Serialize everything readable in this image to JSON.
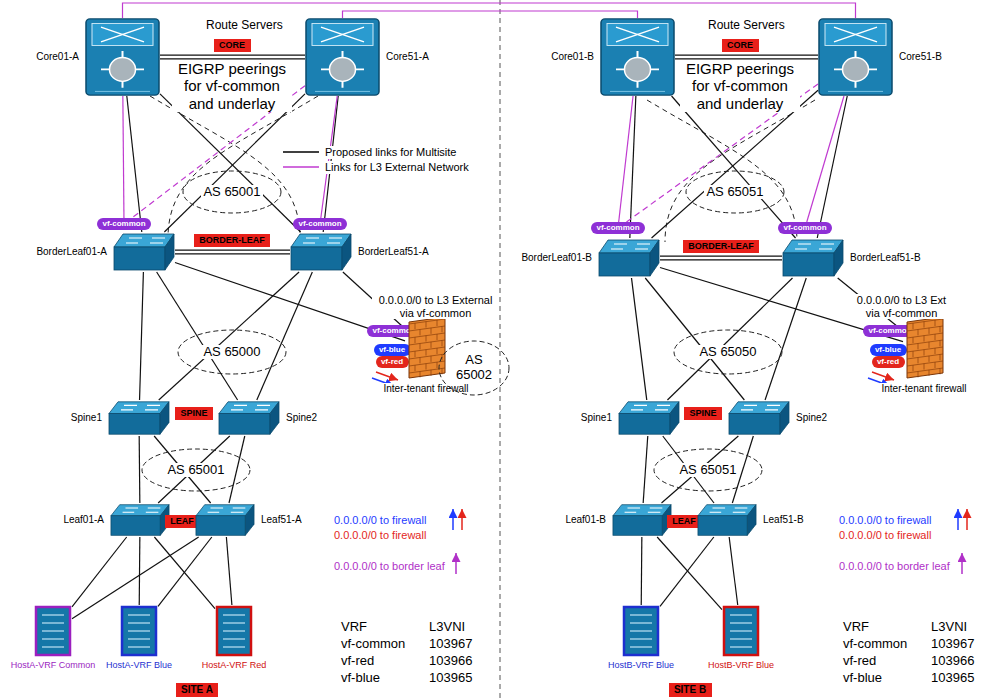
{
  "diagram": {
    "nodes": [
      {
        "text": [
          "Core01-A"
        ]
      },
      {
        "text": [
          "Core51-A"
        ]
      },
      {
        "text": [
          "CORE"
        ]
      },
      {
        "text": [
          "AS 65001"
        ]
      },
      {
        "text": [
          "vf-common"
        ]
      },
      {
        "text": [
          "vf-common"
        ]
      },
      {
        "text": [
          "BorderLeaf01-A"
        ]
      },
      {
        "text": [
          "BorderLeaf51-A"
        ]
      },
      {
        "text": [
          "BORDER-LEAF"
        ]
      },
      {
        "text": [
          "vf-common"
        ]
      },
      {
        "text": [
          "vf-blue"
        ]
      },
      {
        "text": [
          "vf-red"
        ]
      },
      {
        "text": [
          "Inter-tenant firewall"
        ]
      },
      {
        "text": [
          "AS 65002"
        ]
      },
      {
        "text": [
          "AS 65000"
        ]
      },
      {
        "text": [
          "Spine1"
        ]
      },
      {
        "text": [
          "SPINE"
        ]
      },
      {
        "text": [
          "Spine2"
        ]
      },
      {
        "text": [
          "AS 65001"
        ]
      },
      {
        "text": [
          "Leaf01-A"
        ]
      },
      {
        "text": [
          "LEAF"
        ]
      },
      {
        "text": [
          "Leaf51-A"
        ]
      },
      {
        "text": [
          "HostA-VRF Common"
        ]
      },
      {
        "text": [
          "HostA-VRF Blue"
        ]
      },
      {
        "text": [
          "HostA-VRF Red"
        ]
      },
      {
        "text": [
          "SITE A"
        ]
      },
      {
        "text": [
          "Core01-B"
        ]
      },
      {
        "text": [
          "Core51-B"
        ]
      },
      {
        "text": [
          "CORE"
        ]
      },
      {
        "text": [
          "AS 65051"
        ]
      },
      {
        "text": [
          "vf-common"
        ]
      },
      {
        "text": [
          "vf-common"
        ]
      },
      {
        "text": [
          "BorderLeaf01-B"
        ]
      },
      {
        "text": [
          "BorderLeaf51-B"
        ]
      },
      {
        "text": [
          "BORDER-LEAF"
        ]
      },
      {
        "text": [
          "vf-common"
        ]
      },
      {
        "text": [
          "vf-blue"
        ]
      },
      {
        "text": [
          "vf-red"
        ]
      },
      {
        "text": [
          "Inter-tenant firewall"
        ]
      },
      {
        "text": [
          "AS 65050"
        ]
      },
      {
        "text": [
          "Spine1"
        ]
      },
      {
        "text": [
          "SPINE"
        ]
      },
      {
        "text": [
          "Spine2"
        ]
      },
      {
        "text": [
          "AS 65051"
        ]
      },
      {
        "text": [
          "Leaf01-B"
        ]
      },
      {
        "text": [
          "LEAF"
        ]
      },
      {
        "text": [
          "Leaf51-B"
        ]
      },
      {
        "text": [
          "HostB-VRF Blue"
        ]
      },
      {
        "text": [
          "HostB-VRF Blue"
        ]
      },
      {
        "text": [
          "SITE B"
        ]
      }
    ],
    "edges": [
      {
        "from": 0,
        "to": 1,
        "arrow": "none"
      },
      {
        "from": 0,
        "to": 6,
        "arrow": "none"
      },
      {
        "from": 0,
        "to": 7,
        "arrow": "none"
      },
      {
        "from": 1,
        "to": 6,
        "arrow": "none"
      },
      {
        "from": 1,
        "to": 7,
        "arrow": "none"
      },
      {
        "from": 0,
        "to": 4,
        "arrow": "none"
      },
      {
        "from": 1,
        "to": 5,
        "arrow": "none"
      },
      {
        "from": 1,
        "to": 4,
        "arrow": "none"
      },
      {
        "from": 6,
        "to": 7,
        "arrow": "none"
      },
      {
        "from": 6,
        "to": 15,
        "arrow": "none"
      },
      {
        "from": 6,
        "to": 17,
        "arrow": "none"
      },
      {
        "from": 7,
        "to": 15,
        "arrow": "none"
      },
      {
        "from": 7,
        "to": 17,
        "arrow": "none"
      },
      {
        "from": 6,
        "to": 12,
        "arrow": "none"
      },
      {
        "from": 7,
        "to": 12,
        "arrow": "none"
      },
      {
        "from": 15,
        "to": 19,
        "arrow": "none"
      },
      {
        "from": 15,
        "to": 21,
        "arrow": "none"
      },
      {
        "from": 17,
        "to": 19,
        "arrow": "none"
      },
      {
        "from": 17,
        "to": 21,
        "arrow": "none"
      },
      {
        "from": 19,
        "to": 21,
        "arrow": "none"
      },
      {
        "from": 19,
        "to": 22,
        "arrow": "none"
      },
      {
        "from": 19,
        "to": 23,
        "arrow": "none"
      },
      {
        "from": 19,
        "to": 24,
        "arrow": "none"
      },
      {
        "from": 21,
        "to": 22,
        "arrow": "none"
      },
      {
        "from": 21,
        "to": 23,
        "arrow": "none"
      },
      {
        "from": 21,
        "to": 24,
        "arrow": "none"
      },
      {
        "from": 26,
        "to": 27,
        "arrow": "none"
      },
      {
        "from": 26,
        "to": 32,
        "arrow": "none"
      },
      {
        "from": 26,
        "to": 33,
        "arrow": "none"
      },
      {
        "from": 27,
        "to": 32,
        "arrow": "none"
      },
      {
        "from": 27,
        "to": 33,
        "arrow": "none"
      },
      {
        "from": 26,
        "to": 30,
        "arrow": "none"
      },
      {
        "from": 27,
        "to": 31,
        "arrow": "none"
      },
      {
        "from": 27,
        "to": 30,
        "arrow": "none"
      },
      {
        "from": 32,
        "to": 33,
        "arrow": "none"
      },
      {
        "from": 32,
        "to": 40,
        "arrow": "none"
      },
      {
        "from": 32,
        "to": 42,
        "arrow": "none"
      },
      {
        "from": 33,
        "to": 40,
        "arrow": "none"
      },
      {
        "from": 33,
        "to": 42,
        "arrow": "none"
      },
      {
        "from": 32,
        "to": 38,
        "arrow": "none"
      },
      {
        "from": 33,
        "to": 38,
        "arrow": "none"
      },
      {
        "from": 40,
        "to": 44,
        "arrow": "none"
      },
      {
        "from": 40,
        "to": 46,
        "arrow": "none"
      },
      {
        "from": 42,
        "to": 44,
        "arrow": "none"
      },
      {
        "from": 42,
        "to": 46,
        "arrow": "none"
      },
      {
        "from": 44,
        "to": 46,
        "arrow": "none"
      },
      {
        "from": 44,
        "to": 47,
        "arrow": "none"
      },
      {
        "from": 44,
        "to": 48,
        "arrow": "none"
      },
      {
        "from": 46,
        "to": 47,
        "arrow": "none"
      },
      {
        "from": 46,
        "to": 48,
        "arrow": "none"
      },
      {
        "from": 0,
        "to": 27,
        "arrow": "none"
      },
      {
        "from": 1,
        "to": 26,
        "arrow": "none"
      }
    ],
    "labels": [
      "Route Servers",
      "EIGRP peerings for vf-common and underlay",
      "0.0.0.0/0 to L3 External via vf-common",
      "0.0.0.0/0 to firewall",
      "0.0.0.0/0 to firewall",
      "0.0.0.0/0 to border leaf",
      "VRF",
      "L3VNI",
      "vf-common",
      "103967",
      "vf-red",
      "103966",
      "vf-blue",
      "103965",
      "Route Servers",
      "EIGRP peerings for vf-common and underlay",
      "0.0.0.0/0 to L3 Ext via vf-common",
      "0.0.0.0/0 to firewall",
      "0.0.0.0/0 to firewall",
      "0.0.0.0/0 to border leaf",
      "VRF",
      "L3VNI",
      "vf-common",
      "103967",
      "vf-red",
      "103966",
      "vf-blue",
      "103965"
    ],
    "legend": [
      {
        "text": "Proposed links for Multisite"
      },
      {
        "text": "Links for L3 External Network"
      }
    ]
  }
}
